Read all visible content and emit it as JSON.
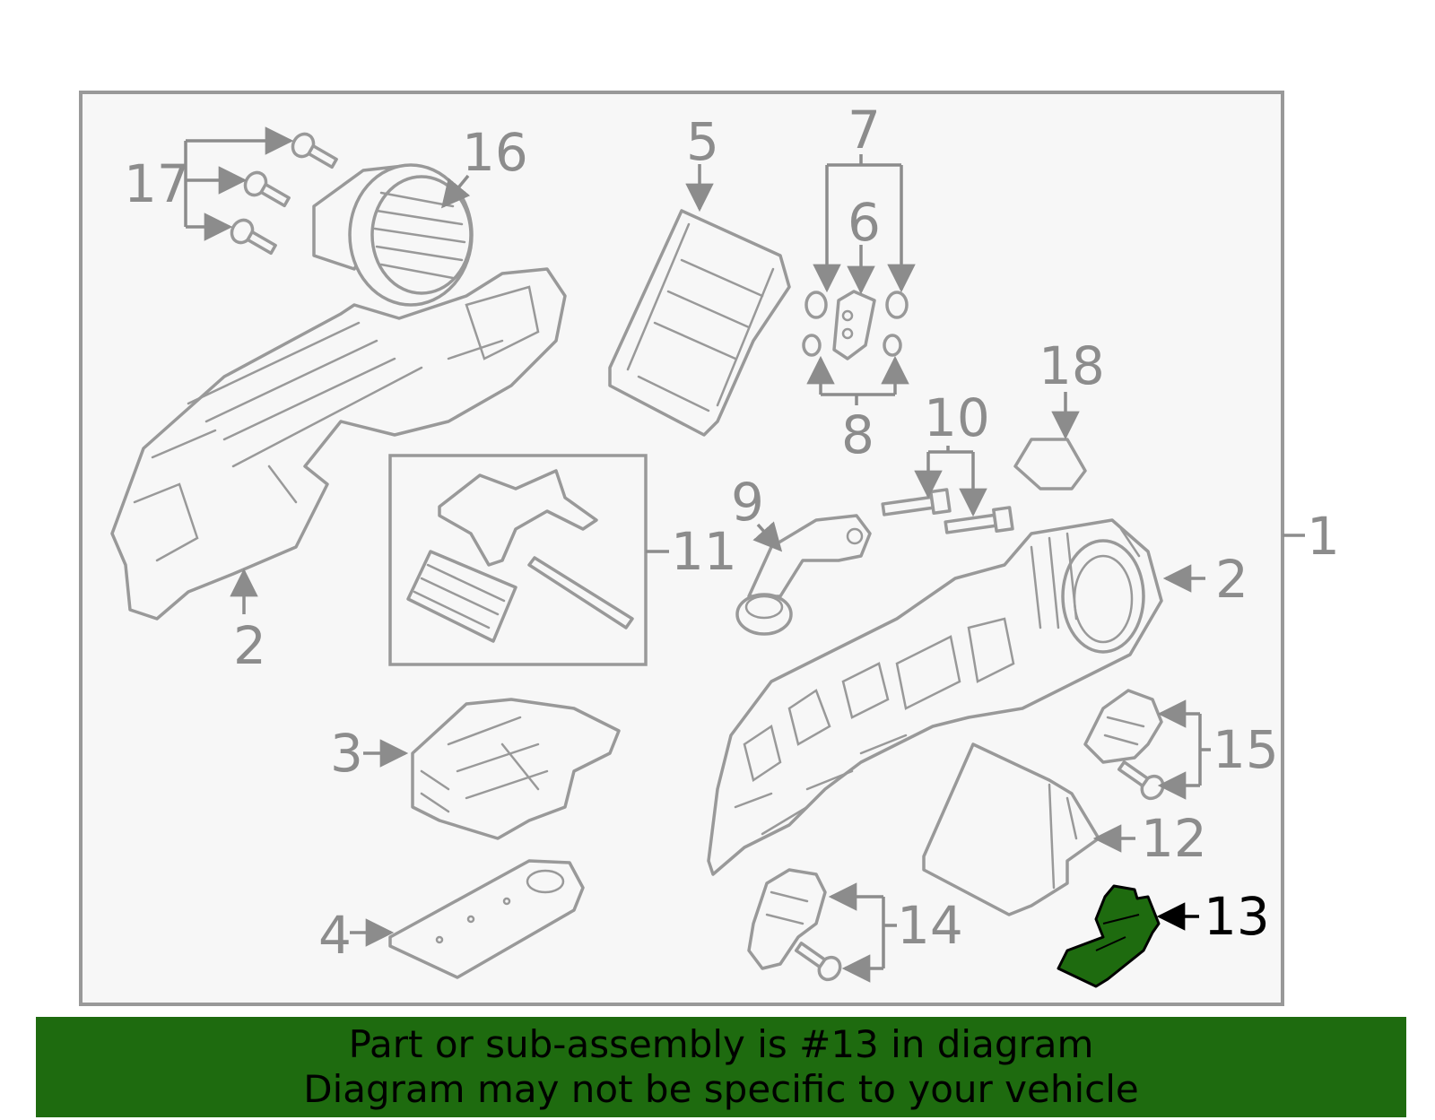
{
  "diagram": {
    "callouts": {
      "c1": "1",
      "c2a": "2",
      "c2b": "2",
      "c3": "3",
      "c4": "4",
      "c5": "5",
      "c6": "6",
      "c7": "7",
      "c8": "8",
      "c9": "9",
      "c10": "10",
      "c11": "11",
      "c12": "12",
      "c13": "13",
      "c14": "14",
      "c15": "15",
      "c16": "16",
      "c17": "17",
      "c18": "18"
    },
    "highlighted_part": "13",
    "colors": {
      "highlight_fill": "#1e6b0f",
      "outline": "#999999",
      "callout_text": "#8c8c8c",
      "frame_fill": "#f7f7f7"
    }
  },
  "banner": {
    "line1": "Part or sub-assembly is #13 in diagram",
    "line2": "Diagram may not be specific to your vehicle",
    "background": "#1e6b0f"
  }
}
